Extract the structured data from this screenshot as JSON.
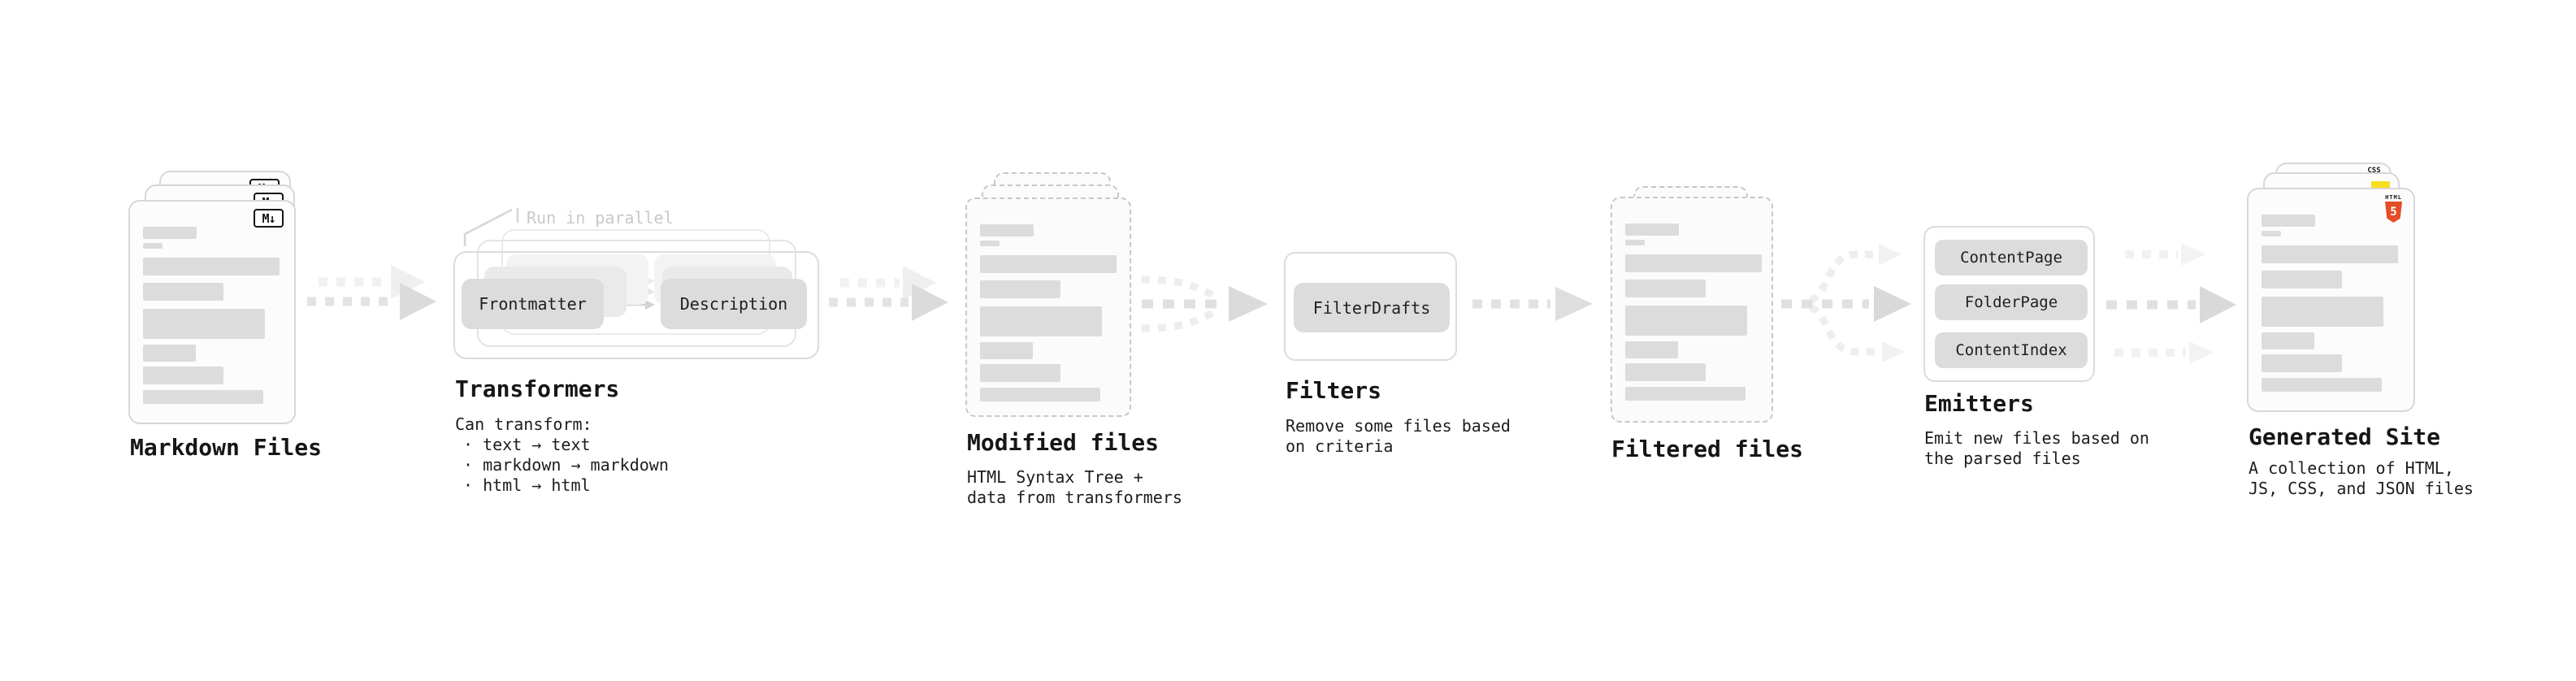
{
  "stages": {
    "markdown_files": {
      "label": "Markdown Files"
    },
    "transformers": {
      "label": "Transformers",
      "note": "Run in parallel",
      "buttons": [
        "Frontmatter",
        "Description"
      ],
      "desc_intro": "Can transform:",
      "bullets": [
        "· text → text",
        "· markdown → markdown",
        "· html → html"
      ]
    },
    "modified_files": {
      "label": "Modified files",
      "desc_line1": "HTML Syntax Tree +",
      "desc_line2": "data from transformers"
    },
    "filters": {
      "label": "Filters",
      "buttons": [
        "FilterDrafts"
      ],
      "desc_line1": "Remove some files based",
      "desc_line2": "on criteria"
    },
    "filtered_files": {
      "label": "Filtered files"
    },
    "emitters": {
      "label": "Emitters",
      "buttons": [
        "ContentPage",
        "FolderPage",
        "ContentIndex"
      ],
      "desc_line1": "Emit new files based on",
      "desc_line2": "the parsed files"
    },
    "generated_site": {
      "label": "Generated Site",
      "desc_line1": "A collection of HTML,",
      "desc_line2": "JS, CSS, and JSON files"
    }
  },
  "icons": {
    "markdown_badge": "M↓",
    "html5_wordmark": "HTML",
    "html5_numeral": "5",
    "css_wordmark": "CSS"
  },
  "colors": {
    "css_blue": "#2965f1",
    "js_yellow": "#f7df1e",
    "html5_orange": "#e44d26"
  }
}
